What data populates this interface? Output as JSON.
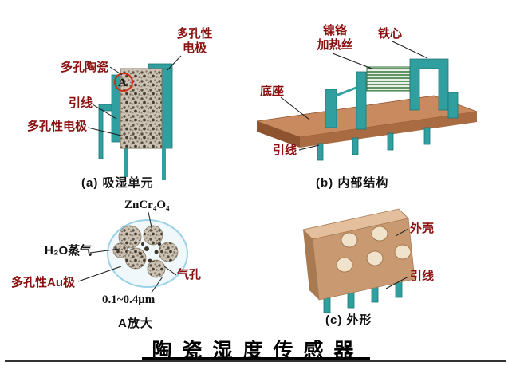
{
  "title": {
    "text": "陶 瓷 湿 度 传 感 器"
  },
  "colors": {
    "label_red": "#8b1111",
    "teal": "#2f9fa0",
    "board_brown": "#c88a5e",
    "shell_tan": "#c99a72",
    "ceramic_speckle_bg": "#ccc3b4",
    "marker_red": "#d42a10"
  },
  "fig_a": {
    "caption": "(a) 吸湿单元",
    "labels": {
      "electrode_top_1": "多孔性",
      "electrode_top_2": "电极",
      "ceramic": "多孔陶瓷",
      "point_a": "A",
      "lead": "引线",
      "electrode_bottom": "多孔性电极"
    }
  },
  "fig_b": {
    "caption": "(b) 内部结构",
    "labels": {
      "heater_1": "镍铬",
      "heater_2": "加热丝",
      "core": "铁心",
      "base": "底座",
      "lead": "引线"
    }
  },
  "fig_zoom": {
    "caption": "A放大",
    "labels": {
      "compound": "ZnCr₄O₄",
      "vapor": "H₂O蒸气",
      "electrode": "多孔性Au极",
      "size": "0.1~0.4μm",
      "pore": "气孔"
    }
  },
  "fig_c": {
    "caption": "(c) 外形",
    "labels": {
      "shell": "外壳",
      "lead": "引线"
    }
  }
}
